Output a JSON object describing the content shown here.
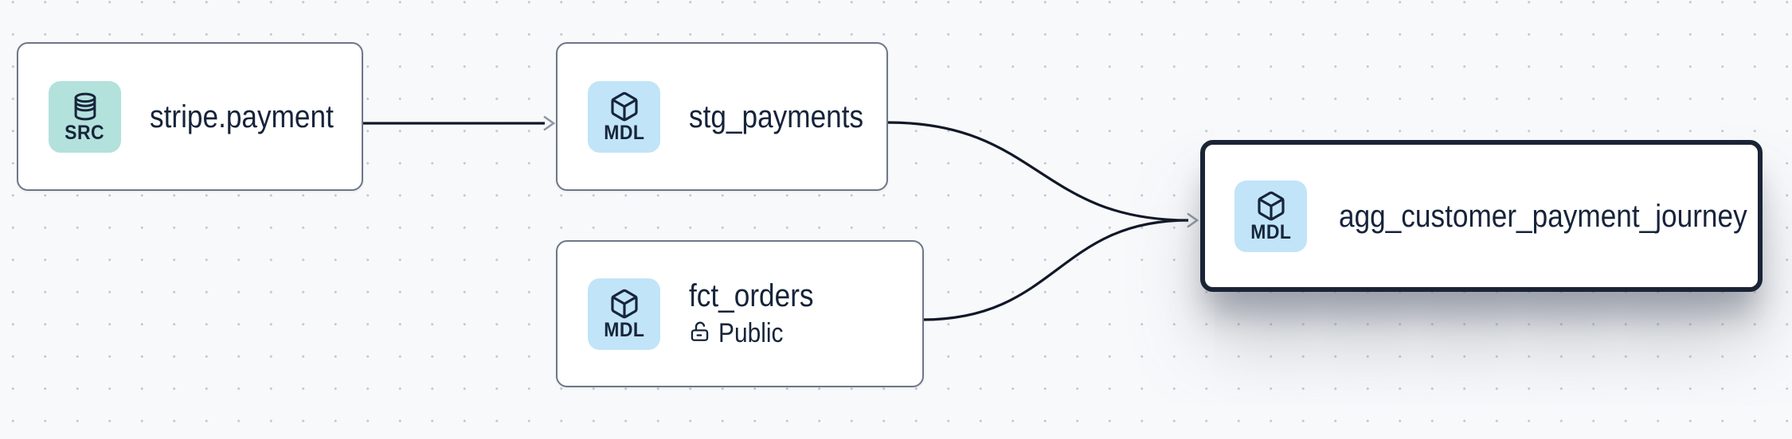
{
  "canvas": {
    "background_color": "#f8f9fb",
    "dot_color": "#c5c9d2"
  },
  "colors": {
    "source_badge_bg": "#b3e1dc",
    "model_badge_bg": "#c1e4f9",
    "badge_text": "#17253a",
    "node_title_text": "#16233a",
    "node_border": "#6e7787",
    "selected_node_border": "#1b2436",
    "edge_stroke": "#101828",
    "arrowhead_stroke": "#8f96a3"
  },
  "nodes": [
    {
      "id": "stripe.payment",
      "title": "stripe.payment",
      "type": "source",
      "badge": {
        "label": "SRC",
        "icon": "database-icon",
        "bg": "#b3e1dc"
      },
      "selected": false
    },
    {
      "id": "stg_payments",
      "title": "stg_payments",
      "type": "model",
      "badge": {
        "label": "MDL",
        "icon": "cube-icon",
        "bg": "#c1e4f9"
      },
      "selected": false
    },
    {
      "id": "fct_orders",
      "title": "fct_orders",
      "type": "model",
      "badge": {
        "label": "MDL",
        "icon": "cube-icon",
        "bg": "#c1e4f9"
      },
      "access_label": "Public",
      "access_icon": "lock-open-icon",
      "selected": false
    },
    {
      "id": "agg_customer_payment_journey",
      "title": "agg_customer_payment_journey",
      "type": "model",
      "badge": {
        "label": "MDL",
        "icon": "cube-icon",
        "bg": "#c1e4f9"
      },
      "selected": true
    }
  ],
  "edges": [
    {
      "from": "stripe.payment",
      "to": "stg_payments"
    },
    {
      "from": "stg_payments",
      "to": "agg_customer_payment_journey"
    },
    {
      "from": "fct_orders",
      "to": "agg_customer_payment_journey"
    }
  ]
}
